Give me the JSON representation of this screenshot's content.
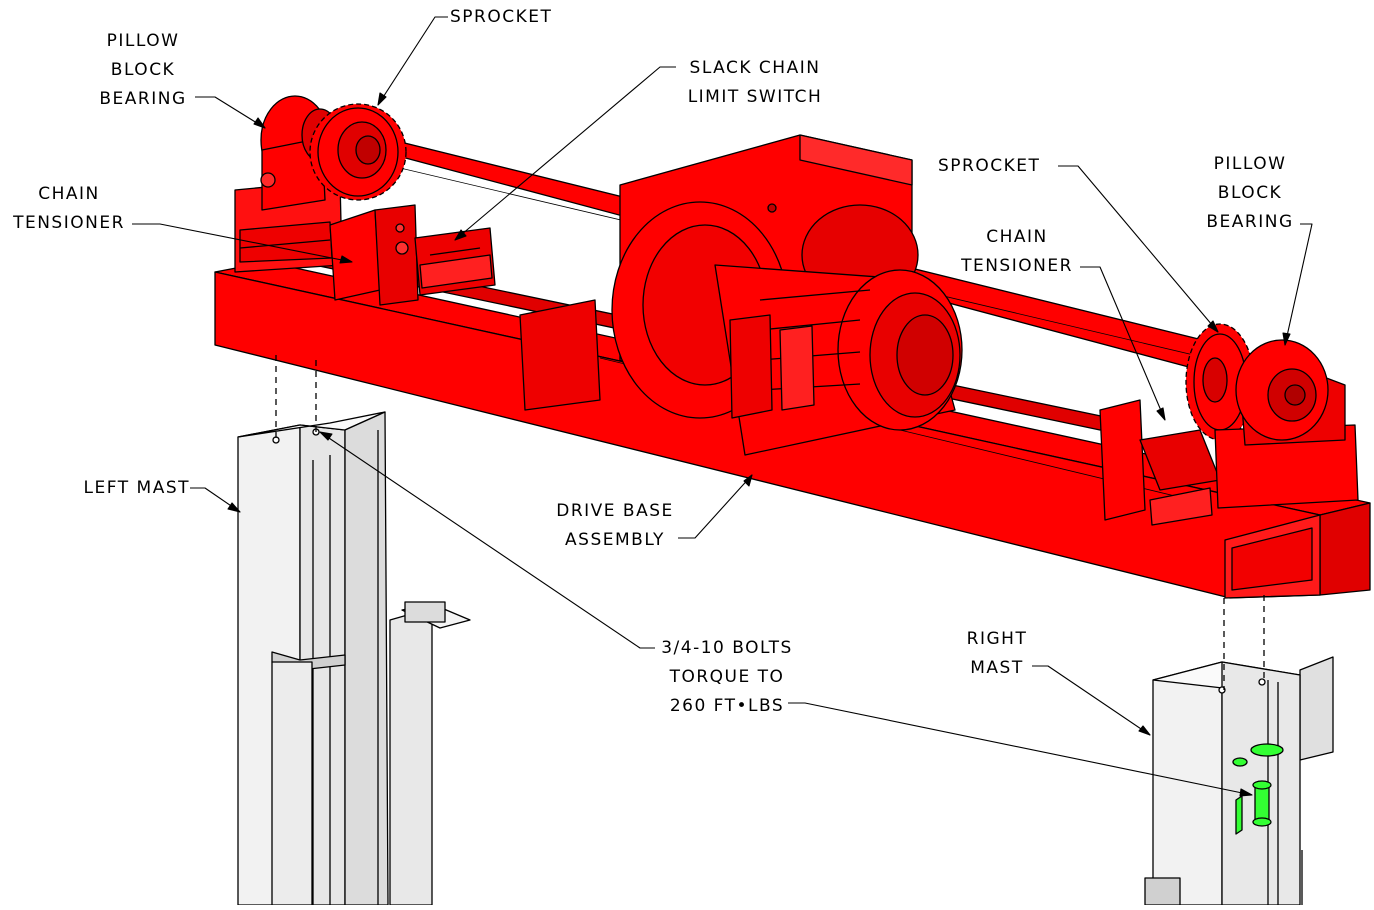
{
  "colors": {
    "assembly_red": "#ff0000",
    "assembly_dark": "#a80000",
    "bolt_green": "#33ff33",
    "mast_fill": "#f2f2f2",
    "line": "#000000"
  },
  "callouts": {
    "pillow_block_left": [
      "PILLOW",
      "BLOCK",
      "BEARING"
    ],
    "sprocket_left": [
      "SPROCKET"
    ],
    "slack_chain": [
      "SLACK CHAIN",
      "LIMIT SWITCH"
    ],
    "chain_tensioner_left": [
      "CHAIN",
      "TENSIONER"
    ],
    "sprocket_right": [
      "SPROCKET"
    ],
    "pillow_block_right": [
      "PILLOW",
      "BLOCK",
      "BEARING"
    ],
    "chain_tensioner_right": [
      "CHAIN",
      "TENSIONER"
    ],
    "left_mast": [
      "LEFT MAST"
    ],
    "drive_base": [
      "DRIVE BASE",
      "ASSEMBLY"
    ],
    "bolts": [
      "3/4-10 BOLTS",
      "TORQUE TO",
      "260 FT•LBS"
    ],
    "right_mast": [
      "RIGHT",
      "MAST"
    ]
  },
  "parts": [
    "drive-base-frame",
    "drive-shaft",
    "gearbox",
    "motor",
    "left-sprocket",
    "right-sprocket",
    "left-pillow-block",
    "right-pillow-block",
    "left-chain-tensioner",
    "right-chain-tensioner",
    "slack-chain-limit-switch",
    "left-mast",
    "right-mast",
    "mounting-bolts"
  ]
}
